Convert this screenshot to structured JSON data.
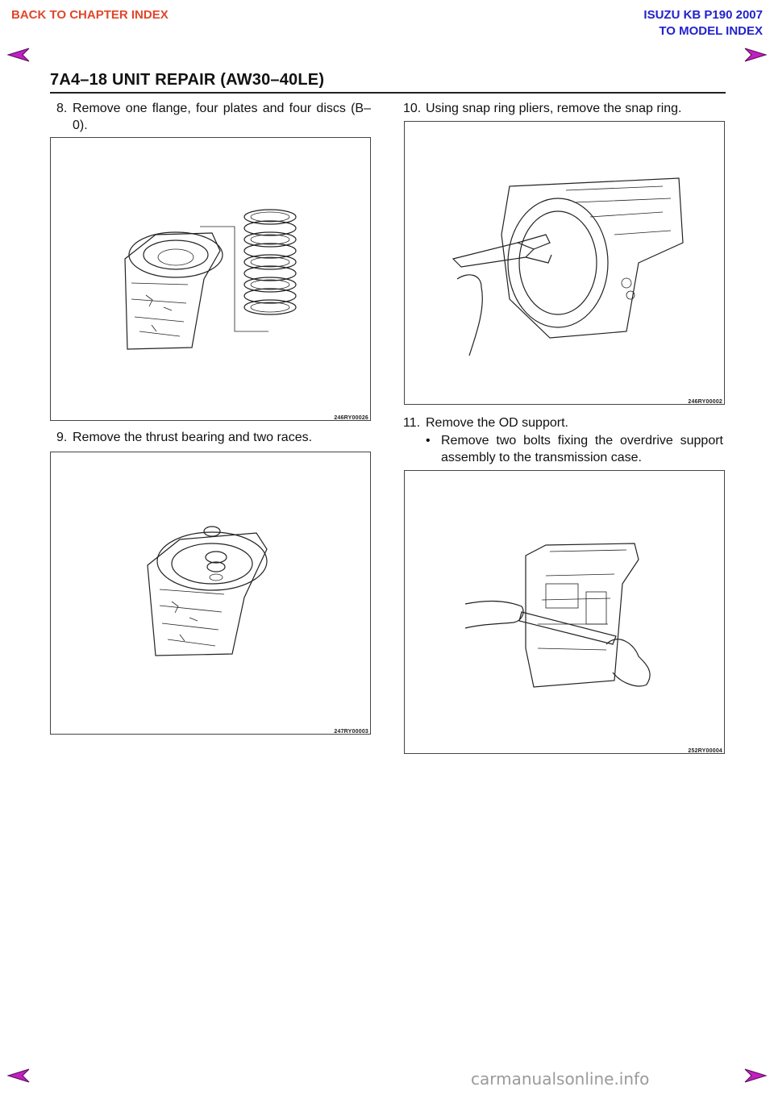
{
  "nav": {
    "back_chapter": "BACK TO CHAPTER INDEX",
    "vehicle": "ISUZU KB P190 2007",
    "model_index": "TO MODEL INDEX",
    "arrow_color": "#c020c0"
  },
  "header": {
    "title": "7A4–18     UNIT REPAIR (AW30–40LE)"
  },
  "steps": [
    {
      "number": "8.",
      "text_line1": "Remove one flange, four plates and four discs (B–",
      "text_line2": "0).",
      "figure_code": "246RY00026"
    },
    {
      "number": "9.",
      "text": "Remove the thrust bearing and two races.",
      "figure_code": "247RY00003"
    },
    {
      "number": "10.",
      "text": "Using snap ring pliers, remove the snap ring.",
      "figure_code": "246RY00002"
    },
    {
      "number": "11.",
      "text": "Remove the OD support.",
      "bullet": "•",
      "bullet_line1": "Remove two bolts fixing the overdrive support",
      "bullet_line2": "assembly to the transmission case.",
      "figure_code": "252RY00004"
    }
  ],
  "footer": {
    "watermark": "carmanualsonline.info"
  }
}
